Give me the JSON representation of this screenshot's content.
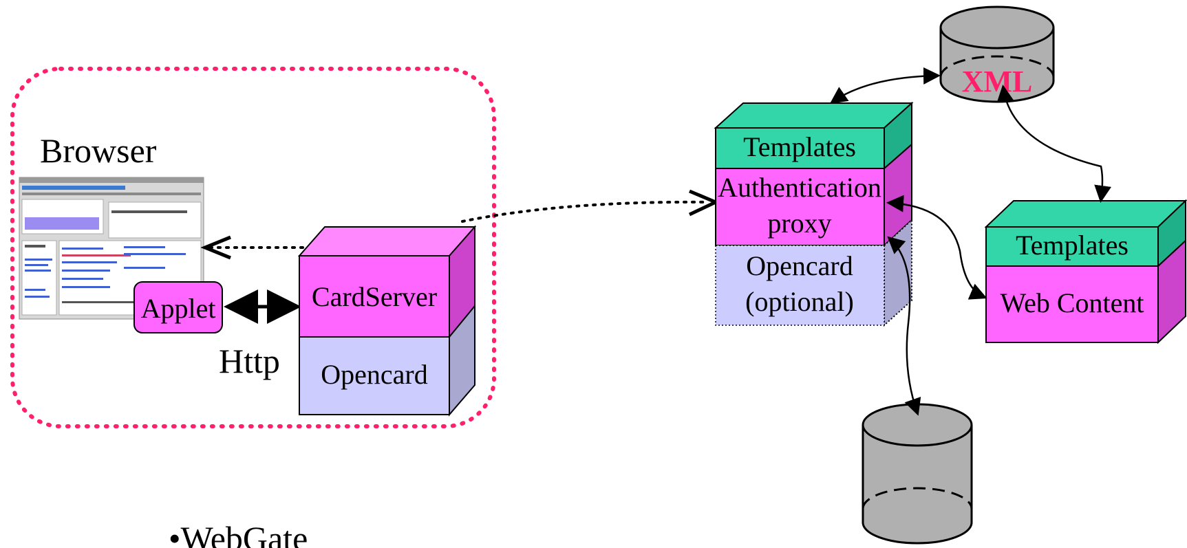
{
  "browser_group": {
    "title": "Browser",
    "applet_label": "Applet",
    "http_label": "Http"
  },
  "card_stack": {
    "top_label": "CardServer",
    "bottom_label": "Opencard"
  },
  "proxy_stack": {
    "templates_label": "Templates",
    "auth_line1": "Authentication",
    "auth_line2": "proxy",
    "opencard_line1": "Opencard",
    "opencard_line2": "(optional)"
  },
  "web_stack": {
    "templates_label": "Templates",
    "content_label": "Web Content"
  },
  "xml_db": {
    "label": "XML"
  },
  "bottom_text": "•WebGate",
  "colors": {
    "magenta": "#ff66ff",
    "magenta_side": "#cc44cc",
    "green": "#33d6a8",
    "green_side": "#1fb08a",
    "lavender": "#ccccff",
    "lavender_side": "#a8a8d0",
    "gray": "#b0b0b0",
    "dotted_border": "#ff1f6a",
    "xml_text": "#ff1f6a"
  }
}
